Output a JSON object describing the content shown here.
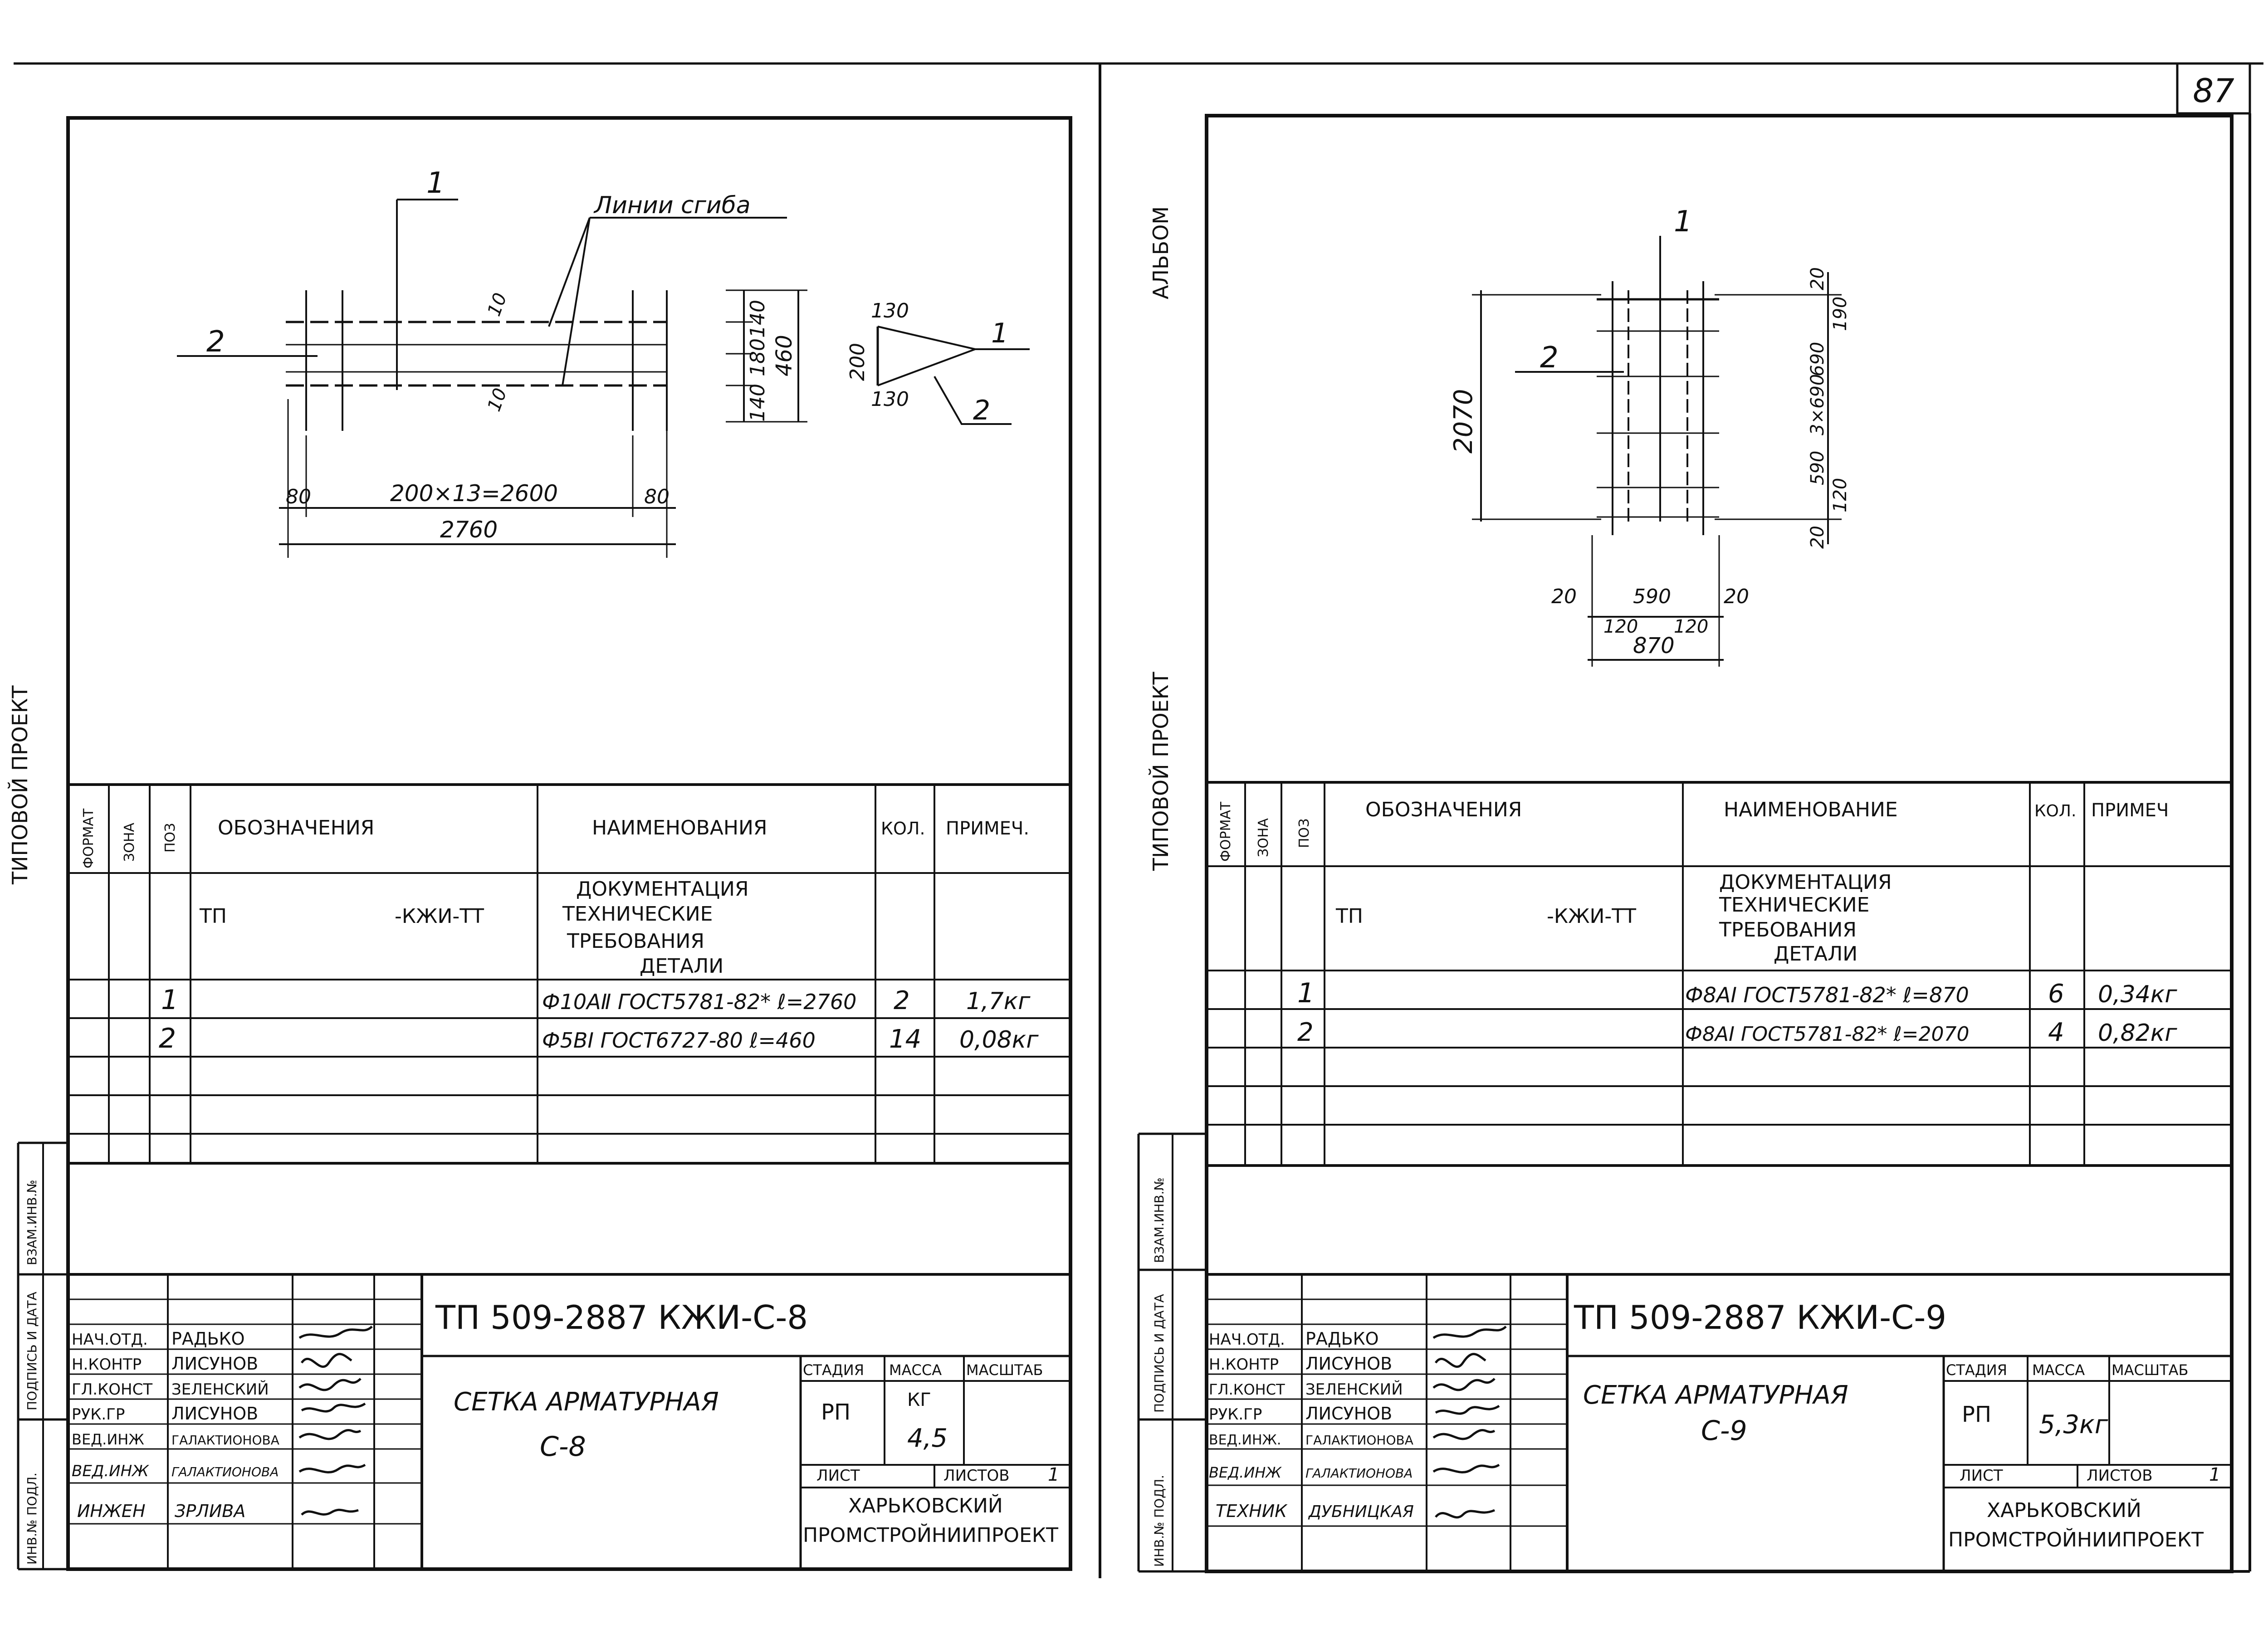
{
  "page_number": "87",
  "side_labels": {
    "typical_project": "ТИПОВОЙ ПРОЕКТ",
    "album": "АЛЬБОМ",
    "stamp_cols": [
      "ИНВ.№ ПОДЛ.",
      "ПОДПИСЬ И ДАТА",
      "ВЗАМ.ИНВ.№"
    ]
  },
  "spec_headers": {
    "format": "ФОРМАТ",
    "zone": "ЗОНА",
    "pos": "ПОЗ",
    "designation": "ОБОЗНАЧЕНИЯ",
    "name_left": "НАИМЕНОВАНИЯ",
    "name_right": "НАИМЕНОВАНИЕ",
    "qty": "КОЛ.",
    "note_left": "ПРИМЕЧ.",
    "note_right": "ПРИМЕЧ"
  },
  "title_labels": {
    "stage": "СТАДИЯ",
    "mass": "МАССА",
    "scale": "МАСШТАБ",
    "sheet": "ЛИСТ",
    "sheets": "ЛИСТОВ",
    "org_line1": "ХАРЬКОВСКИЙ",
    "org_line2": "ПРОМСТРОЙНИИПРОЕКТ"
  },
  "sheets": [
    {
      "id": "C-8",
      "drawing": {
        "callout_1": "1",
        "callout_2": "2",
        "bend_lines": "Линии сгиба",
        "dims": {
          "gap_top": "10",
          "gap_bottom": "10",
          "right_top": "140",
          "right_mid": "180",
          "right_bottom": "140",
          "right_total": "460",
          "left_end": "80",
          "right_end": "80",
          "spacing": "200×13=2600",
          "total": "2760"
        },
        "section": {
          "top": "130",
          "height": "200",
          "bottom": "130",
          "callout_1": "1",
          "callout_2": "2"
        }
      },
      "spec_rows": [
        {
          "pos": "",
          "designation": "ТП",
          "designation_suffix": "-КЖИ-ТТ",
          "name": [
            "ДОКУМЕНТАЦИЯ",
            "ТЕХНИЧЕСКИЕ",
            "ТРЕБОВАНИЯ",
            "ДЕТАЛИ"
          ],
          "qty": "",
          "note": ""
        },
        {
          "pos": "1",
          "designation": "",
          "designation_suffix": "",
          "name": [
            "Ф10АⅡ ГОСТ5781-82* ℓ=2760"
          ],
          "qty": "2",
          "note": "1,7кг"
        },
        {
          "pos": "2",
          "designation": "",
          "designation_suffix": "",
          "name": [
            "Ф5ВⅠ ГОСТ6727-80 ℓ=460"
          ],
          "qty": "14",
          "note": "0,08кг"
        }
      ],
      "title_block": {
        "code": "ТП 509-2887 КЖИ-С-8",
        "title_line1": "СЕТКА АРМАТУРНАЯ",
        "title_line2": "С-8",
        "stage": "РП",
        "mass_unit": "КГ",
        "mass_value": "4,5",
        "sheets_value": "1",
        "staff": [
          {
            "role": "НАЧ.ОТД.",
            "name": "РАДЬКО"
          },
          {
            "role": "Н.КОНТР",
            "name": "ЛИСУНОВ"
          },
          {
            "role": "ГЛ.КОНСТ",
            "name": "ЗЕЛЕНСКИЙ"
          },
          {
            "role": "РУК.ГР",
            "name": "ЛИСУНОВ"
          },
          {
            "role": "ВЕД.ИНЖ",
            "name": "ГАЛАКТИОНОВА"
          },
          {
            "role": "ВЕД.ИНЖ",
            "name": "ГАЛАКТИОНОВА"
          },
          {
            "role": "ИНЖЕН",
            "name": "ЗРЛИВА"
          }
        ]
      }
    },
    {
      "id": "C-9",
      "drawing": {
        "callout_1": "1",
        "callout_2": "2",
        "dims": {
          "height_total": "2070",
          "right": [
            "20",
            "190",
            "690",
            "3×690",
            "590",
            "120",
            "20"
          ],
          "bottom_row1": [
            "20",
            "590",
            "20"
          ],
          "bottom_row2": [
            "120",
            "120"
          ],
          "width_total": "870"
        }
      },
      "spec_rows": [
        {
          "pos": "",
          "designation": "ТП",
          "designation_suffix": "-КЖИ-ТТ",
          "name": [
            "ДОКУМЕНТАЦИЯ",
            "ТЕХНИЧЕСКИЕ",
            "ТРЕБОВАНИЯ",
            "ДЕТАЛИ"
          ],
          "qty": "",
          "note": ""
        },
        {
          "pos": "1",
          "designation": "",
          "designation_suffix": "",
          "name": [
            "Ф8АⅠ ГОСТ5781-82* ℓ=870"
          ],
          "qty": "6",
          "note": "0,34кг"
        },
        {
          "pos": "2",
          "designation": "",
          "designation_suffix": "",
          "name": [
            "Ф8АⅠ ГОСТ5781-82* ℓ=2070"
          ],
          "qty": "4",
          "note": "0,82кг"
        }
      ],
      "title_block": {
        "code": "ТП 509-2887 КЖИ-С-9",
        "title_line1": "СЕТКА АРМАТУРНАЯ",
        "title_line2": "С-9",
        "stage": "РП",
        "mass_unit": "",
        "mass_value": "5,3кг",
        "sheets_value": "1",
        "staff": [
          {
            "role": "НАЧ.ОТД.",
            "name": "РАДЬКО"
          },
          {
            "role": "Н.КОНТР",
            "name": "ЛИСУНОВ"
          },
          {
            "role": "ГЛ.КОНСТ",
            "name": "ЗЕЛЕНСКИЙ"
          },
          {
            "role": "РУК.ГР",
            "name": "ЛИСУНОВ"
          },
          {
            "role": "ВЕД.ИНЖ.",
            "name": "ГАЛАКТИОНОВА"
          },
          {
            "role": "ВЕД.ИНЖ",
            "name": "ГАЛАКТИОНОВА"
          },
          {
            "role": "ТЕХНИК",
            "name": "ДУБНИЦКАЯ"
          }
        ]
      }
    }
  ]
}
